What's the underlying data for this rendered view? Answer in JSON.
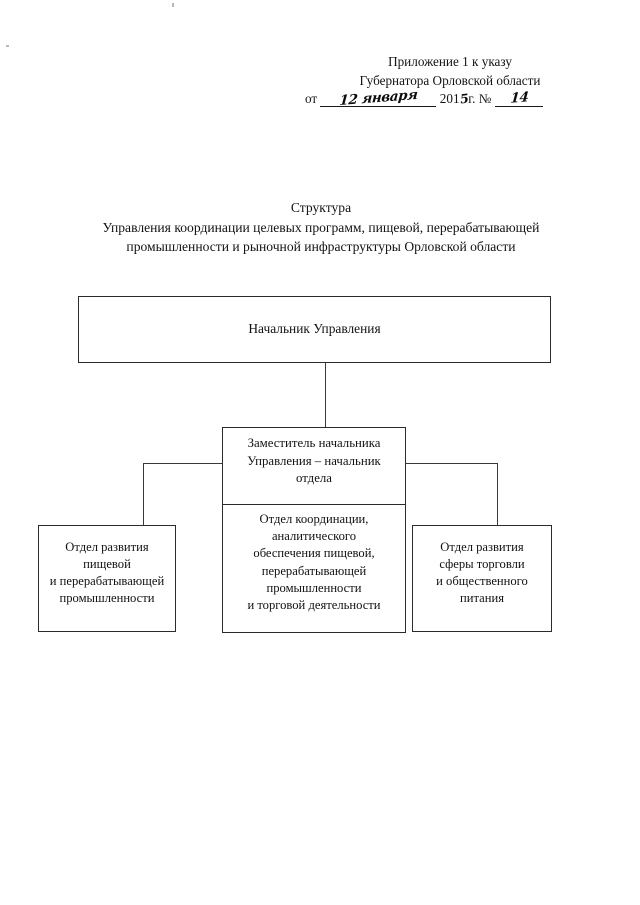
{
  "header": {
    "line1": "Приложение 1 к указу",
    "line2": "Губернатора Орловской области",
    "date_prefix": "от",
    "date_handwritten": "12 января",
    "year_prefix": "201",
    "year_handwritten": "5",
    "year_suffix": "г.",
    "number_label": "№",
    "number_handwritten": "14"
  },
  "title": {
    "line1": "Структура",
    "line2": "Управления координации целевых программ, пищевой, перерабатывающей",
    "line3": "промышленности и рыночной инфраструктуры Орловской области"
  },
  "chart": {
    "head": {
      "label": "Начальник Управления"
    },
    "deputy": {
      "line1": "Заместитель начальника",
      "line2": "Управления – начальник",
      "line3": "отдела"
    },
    "departments": [
      {
        "name": "department-food-industry-development",
        "line1": "Отдел развития",
        "line2": "пищевой",
        "line3": "и перерабатывающей",
        "line4": "промышленности"
      },
      {
        "name": "department-coordination-analytics",
        "line1": "Отдел координации,",
        "line2": "аналитического",
        "line3": "обеспечения  пищевой,",
        "line4": "перерабатывающей",
        "line5": "промышленности",
        "line6": "и торговой деятельности"
      },
      {
        "name": "department-trade-catering-development",
        "line1": "Отдел развития",
        "line2": "сферы торговли",
        "line3": "и общественного",
        "line4": "питания"
      }
    ]
  }
}
